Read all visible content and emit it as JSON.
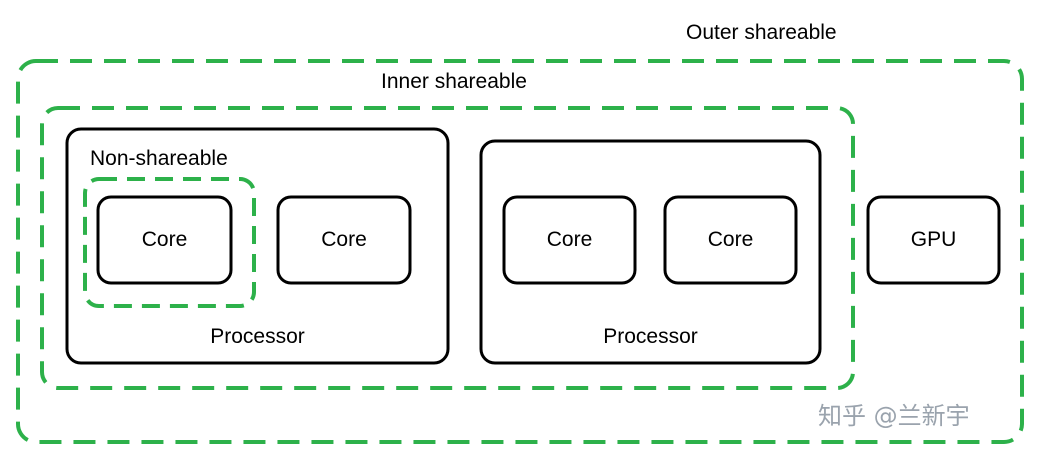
{
  "diagram": {
    "domains": {
      "outer_label": "Outer shareable",
      "inner_label": "Inner shareable",
      "non_label": "Non-shareable"
    },
    "processors": [
      {
        "label": "Processor",
        "cores": [
          "Core",
          "Core"
        ]
      },
      {
        "label": "Processor",
        "cores": [
          "Core",
          "Core"
        ]
      }
    ],
    "gpu_label": "GPU",
    "watermark": "知乎 @兰新宇",
    "colors": {
      "domain_dashed": "#2db14a",
      "box_stroke": "#000000",
      "watermark": "#9aa3ad"
    }
  }
}
